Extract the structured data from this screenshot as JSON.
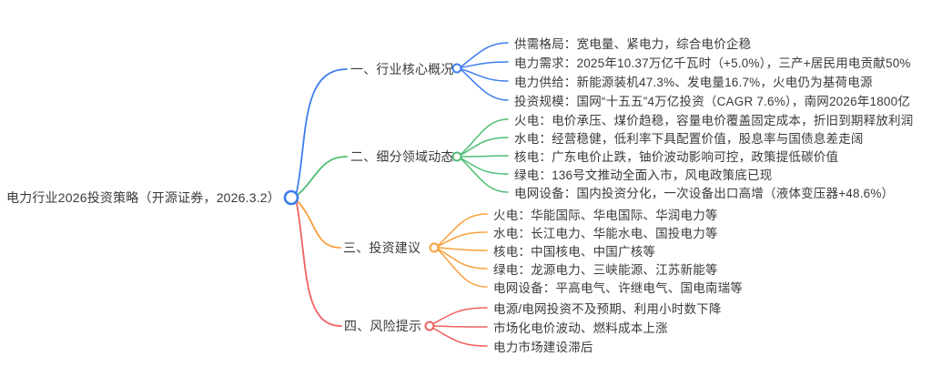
{
  "colors": {
    "branch1": "#3E7DED",
    "branch2": "#4FBE74",
    "branch3": "#F9A03C",
    "branch4": "#F1605F",
    "text": "#3A3A3A",
    "node_fill": "#FFFFFF",
    "background": "#FFFFFF"
  },
  "root": {
    "label": "电力行业2026投资策略（开源证券，2026.3.2）"
  },
  "branches": [
    {
      "label": "一、行业核心概况",
      "leaves": [
        "供需格局：宽电量、紧电力，综合电价企稳",
        "电力需求：2025年10.37万亿千瓦时（+5.0%），三产+居民用电贡献50%",
        "电力供给：新能源装机47.3%、发电量16.7%，火电仍为基荷电源",
        "投资规模：国网“十五五”4万亿投资（CAGR 7.6%），南网2026年1800亿"
      ]
    },
    {
      "label": "二、细分领域动态",
      "leaves": [
        "火电：电价承压、煤价趋稳，容量电价覆盖固定成本，折旧到期释放利润",
        "水电：经营稳健，低利率下具配置价值，股息率与国债息差走阔",
        "核电：广东电价止跌，铀价波动影响可控，政策提低碳价值",
        "绿电：136号文推动全面入市，风电政策底已现",
        "电网设备：国内投资分化，一次设备出口高增（液体变压器+48.6%）"
      ]
    },
    {
      "label": "三、投资建议",
      "leaves": [
        "火电：华能国际、华电国际、华润电力等",
        "水电：长江电力、华能水电、国投电力等",
        "核电：中国核电、中国广核等",
        "绿电：龙源电力、三峡能源、江苏新能等",
        "电网设备：平高电气、许继电气、国电南瑞等"
      ]
    },
    {
      "label": "四、风险提示",
      "leaves": [
        "电源/电网投资不及预期、利用小时数下降",
        "市场化电价波动、燃料成本上涨",
        "电力市场建设滞后"
      ]
    }
  ]
}
